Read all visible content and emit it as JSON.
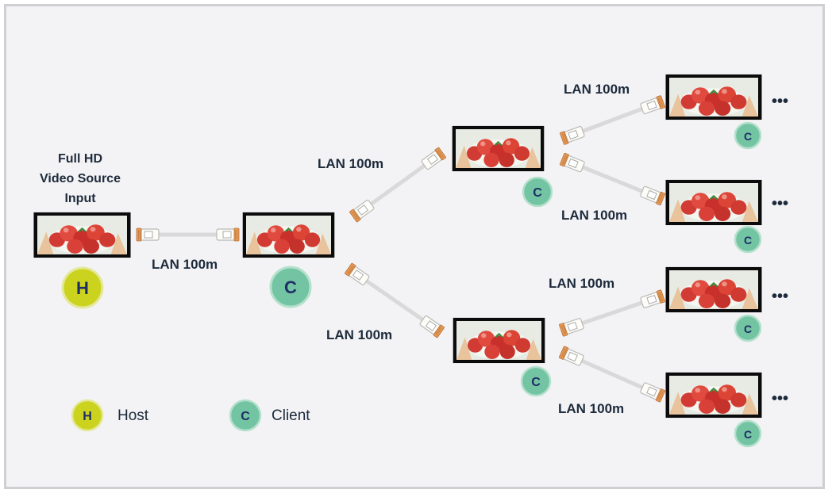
{
  "source_label": [
    "Full HD",
    "Video Source",
    "Input"
  ],
  "link_label": "LAN 100m",
  "node_badges": {
    "host": "H",
    "client": "C"
  },
  "continuation": "•••",
  "legend": [
    {
      "badge": "H",
      "text": "Host",
      "color": "#ccd31f"
    },
    {
      "badge": "C",
      "text": "Client",
      "color": "#72c4a2"
    }
  ],
  "colors": {
    "host": "#ccd31f",
    "client": "#72c4a2",
    "cable_plug": "#e79a55",
    "badge_text": "#1f2d66"
  }
}
